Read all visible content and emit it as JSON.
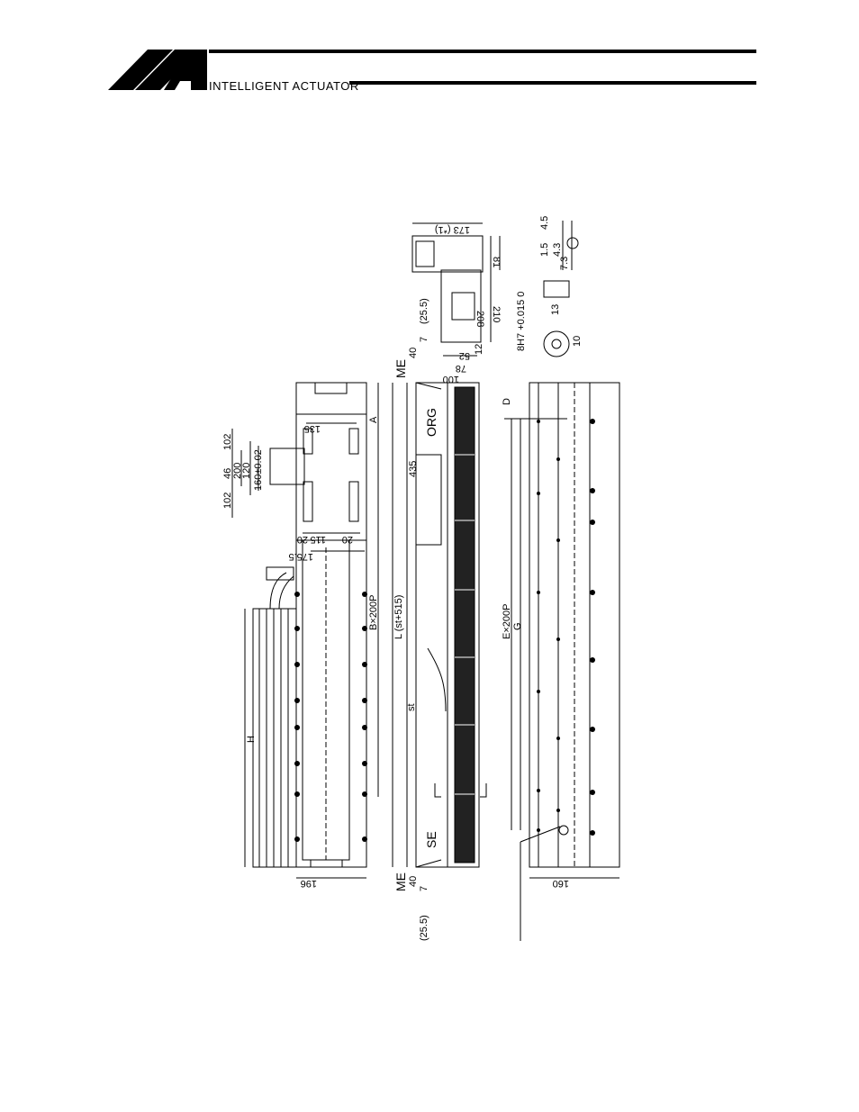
{
  "header": {
    "brand": "INTELLIGENT ACTUATOR",
    "logo": "IAI-logo"
  },
  "labels": {
    "me_top": "ME",
    "me_bottom": "ME",
    "se": "SE",
    "org": "ORG",
    "dim_25_5_top": "(25.5)",
    "dim_25_5_bottom": "(25.5)",
    "dim_7_top": "7",
    "dim_7_bottom": "7",
    "dim_40_top": "40",
    "dim_40_bottom": "40",
    "dim_A": "A",
    "dim_B": "B×200P",
    "dim_L": "L (st+515)",
    "dim_st": "st",
    "dim_E": "E×200P",
    "dim_G": "G",
    "dim_D": "D",
    "dim_H": "H",
    "dim_196": "196",
    "dim_160": "160",
    "dim_175_5": "175.5",
    "dim_20_left": "20",
    "dim_115": "115",
    "dim_20_right": "20",
    "dim_135": "135",
    "dim_102_top": "102",
    "dim_46": "46",
    "dim_102_bottom": "102",
    "dim_200": "200",
    "dim_120": "120",
    "dim_160_tol": "160±0.02",
    "dim_435": "435",
    "dim_100": "100",
    "dim_78": "78",
    "dim_52": "52",
    "dim_12": "12",
    "dim_210": "210",
    "dim_208": "208",
    "dim_81": "81",
    "dim_173": "173 (*1)",
    "dim_8h7": "8H7 +0.015 0",
    "dim_10": "10",
    "dim_13": "13",
    "dim_1_5": "1.5",
    "dim_4_5": "4.5",
    "dim_7_3": "7.3",
    "dim_4_3": "4.3"
  }
}
